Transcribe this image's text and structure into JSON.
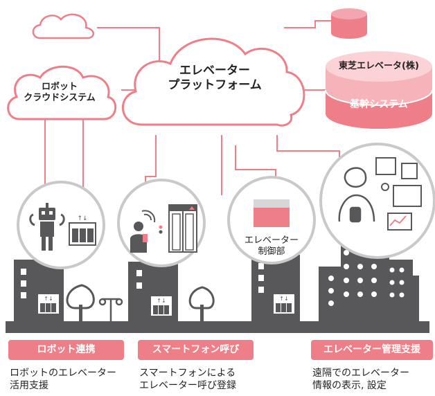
{
  "platform": {
    "line1": "エレベーター",
    "line2": "プラットフォーム"
  },
  "robot_cloud": {
    "line1": "ロボット",
    "line2": "クラウドシステム"
  },
  "core_system": {
    "company": "東芝エレベータ(株)",
    "name": "基幹システム"
  },
  "controller": {
    "line1": "エレベーター",
    "line2": "制御部"
  },
  "features": [
    {
      "tag": "ロボット連携",
      "desc1": "ロボットのエレベーター",
      "desc2": "活用支援"
    },
    {
      "tag": "スマートフォン呼び",
      "desc1": "スマートフォンによる",
      "desc2": "エレベーター呼び登録"
    },
    {
      "tag": "エレベーター管理支援",
      "desc1": "遠隔でのエレベーター",
      "desc2": "情報の表示, 設定"
    }
  ],
  "colors": {
    "accent": "#ee7e87",
    "building": "#58585a",
    "cloud_stroke": "#ee7e87"
  }
}
